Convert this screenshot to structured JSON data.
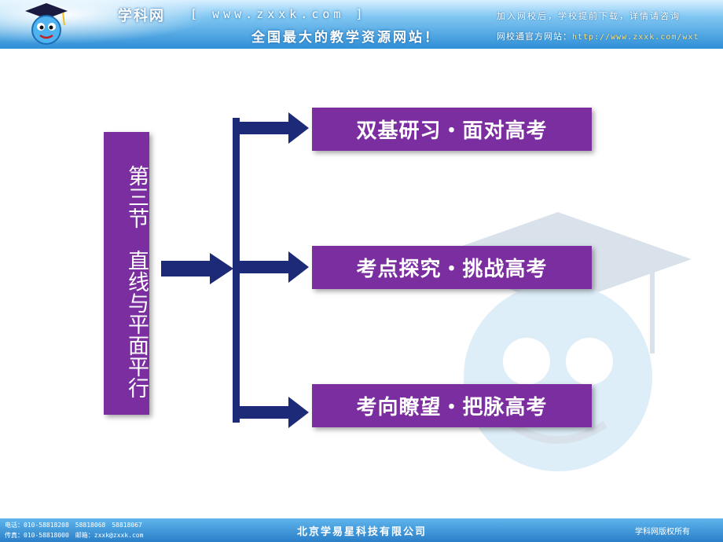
{
  "header": {
    "site_name": "学科网",
    "site_url": "[ www.zxxk.com ]",
    "slogan": "全国最大的教学资源网站！",
    "ad_line1": "加入网校后，学校提前下载，详情请咨询",
    "ad_line2_prefix": "网校通官方网站：",
    "ad_line2_url": "http://www.zxxk.com/wxt"
  },
  "section": {
    "title": "第三节　直线与平面平行"
  },
  "items": [
    {
      "label": "双基研习・面对高考"
    },
    {
      "label": "考点探究・挑战高考"
    },
    {
      "label": "考向瞭望・把脉高考"
    }
  ],
  "colors": {
    "box_fill": "#7b2ea0",
    "arrow_fill": "#1d2a78",
    "banner_blue": "#2f8fd6"
  },
  "footer": {
    "contact1": "电话：010-58818208　58818068　58818067",
    "contact2": "传真：010-58818000　邮箱：zxxk@zxxk.com",
    "company": "北京学易星科技有限公司",
    "copyright": "学科网版权所有"
  }
}
